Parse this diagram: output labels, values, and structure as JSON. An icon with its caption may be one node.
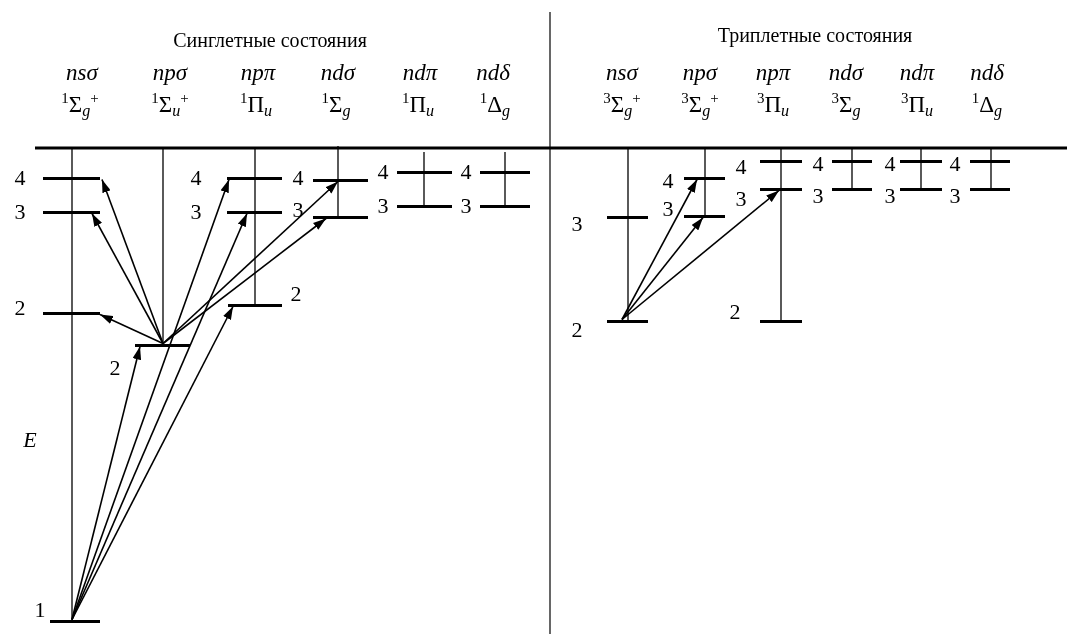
{
  "diagram": {
    "nodes": [
      {
        "text": [],
        "shape": "bar",
        "beside": [
          "4"
        ]
      },
      {
        "text": [],
        "shape": "bar",
        "beside": [
          "3"
        ]
      },
      {
        "text": [],
        "shape": "bar",
        "beside": [
          "2"
        ]
      },
      {
        "text": [],
        "shape": "bar",
        "beside": [
          "1"
        ]
      },
      {
        "text": [],
        "shape": "bar",
        "beside": [
          "2"
        ]
      },
      {
        "text": [],
        "shape": "bar",
        "beside": [
          "4"
        ]
      },
      {
        "text": [],
        "shape": "bar",
        "beside": [
          "3"
        ]
      },
      {
        "text": [],
        "shape": "bar",
        "beside": [
          "2"
        ]
      },
      {
        "text": [],
        "shape": "bar",
        "beside": [
          "4"
        ]
      },
      {
        "text": [],
        "shape": "bar",
        "beside": [
          "3"
        ]
      },
      {
        "text": [],
        "shape": "bar",
        "beside": [
          "4"
        ]
      },
      {
        "text": [],
        "shape": "bar",
        "beside": [
          "3"
        ]
      },
      {
        "text": [],
        "shape": "bar",
        "beside": [
          "4"
        ]
      },
      {
        "text": [],
        "shape": "bar",
        "beside": [
          "3"
        ]
      },
      {
        "text": [],
        "shape": "bar",
        "beside": [
          "3"
        ]
      },
      {
        "text": [],
        "shape": "bar",
        "beside": [
          "2"
        ]
      },
      {
        "text": [],
        "shape": "bar",
        "beside": [
          "4"
        ]
      },
      {
        "text": [],
        "shape": "bar",
        "beside": [
          "3"
        ]
      },
      {
        "text": [],
        "shape": "bar",
        "beside": [
          "4"
        ]
      },
      {
        "text": [],
        "shape": "bar",
        "beside": [
          "3"
        ]
      },
      {
        "text": [],
        "shape": "bar",
        "beside": [
          "2"
        ]
      },
      {
        "text": [],
        "shape": "bar",
        "beside": [
          "4"
        ]
      },
      {
        "text": [],
        "shape": "bar",
        "beside": [
          "3"
        ]
      },
      {
        "text": [],
        "shape": "bar",
        "beside": [
          "4"
        ]
      },
      {
        "text": [],
        "shape": "bar",
        "beside": [
          "3"
        ]
      },
      {
        "text": [],
        "shape": "bar",
        "beside": [
          "4"
        ]
      },
      {
        "text": [],
        "shape": "bar",
        "beside": [
          "3"
        ]
      }
    ],
    "edges": [
      {
        "from": 3,
        "to": 4,
        "arrow": "to"
      },
      {
        "from": 3,
        "to": 5,
        "arrow": "to"
      },
      {
        "from": 3,
        "to": 6,
        "arrow": "to"
      },
      {
        "from": 3,
        "to": 7,
        "arrow": "to"
      },
      {
        "from": 4,
        "to": 0,
        "arrow": "to"
      },
      {
        "from": 4,
        "to": 1,
        "arrow": "to"
      },
      {
        "from": 4,
        "to": 2,
        "arrow": "to"
      },
      {
        "from": 4,
        "to": 8,
        "arrow": "to"
      },
      {
        "from": 4,
        "to": 9,
        "arrow": "to"
      },
      {
        "from": 15,
        "to": 16,
        "arrow": "to"
      },
      {
        "from": 15,
        "to": 17,
        "arrow": "to"
      },
      {
        "from": 15,
        "to": 19,
        "arrow": "to"
      }
    ],
    "labels": [
      "Синглетные состояния",
      "nsσ",
      "npσ",
      "npπ",
      "ndσ",
      "ndπ",
      "ndδ",
      "$^{1}$Σ$_{g}$$^{+}$",
      "$^{1}$Σ$_{u}$$^{+}$",
      "$^{1}$Π$_{u}$",
      "$^{1}$Σ$_{g}$",
      "$^{1}$Π$_{u}$",
      "$^{1}$Δ$_{g}$",
      "Триплетные состояния",
      "nsσ",
      "npσ",
      "npπ",
      "ndσ",
      "ndπ",
      "ndδ",
      "$^{3}$Σ$_{g}$$^{+}$",
      "$^{3}$Σ$_{g}$$^{+}$",
      "$^{3}$Π$_{u}$",
      "$^{3}$Σ$_{g}$",
      "$^{3}$Π$_{u}$",
      "$^{1}$Δ$_{g}$",
      "E"
    ]
  }
}
